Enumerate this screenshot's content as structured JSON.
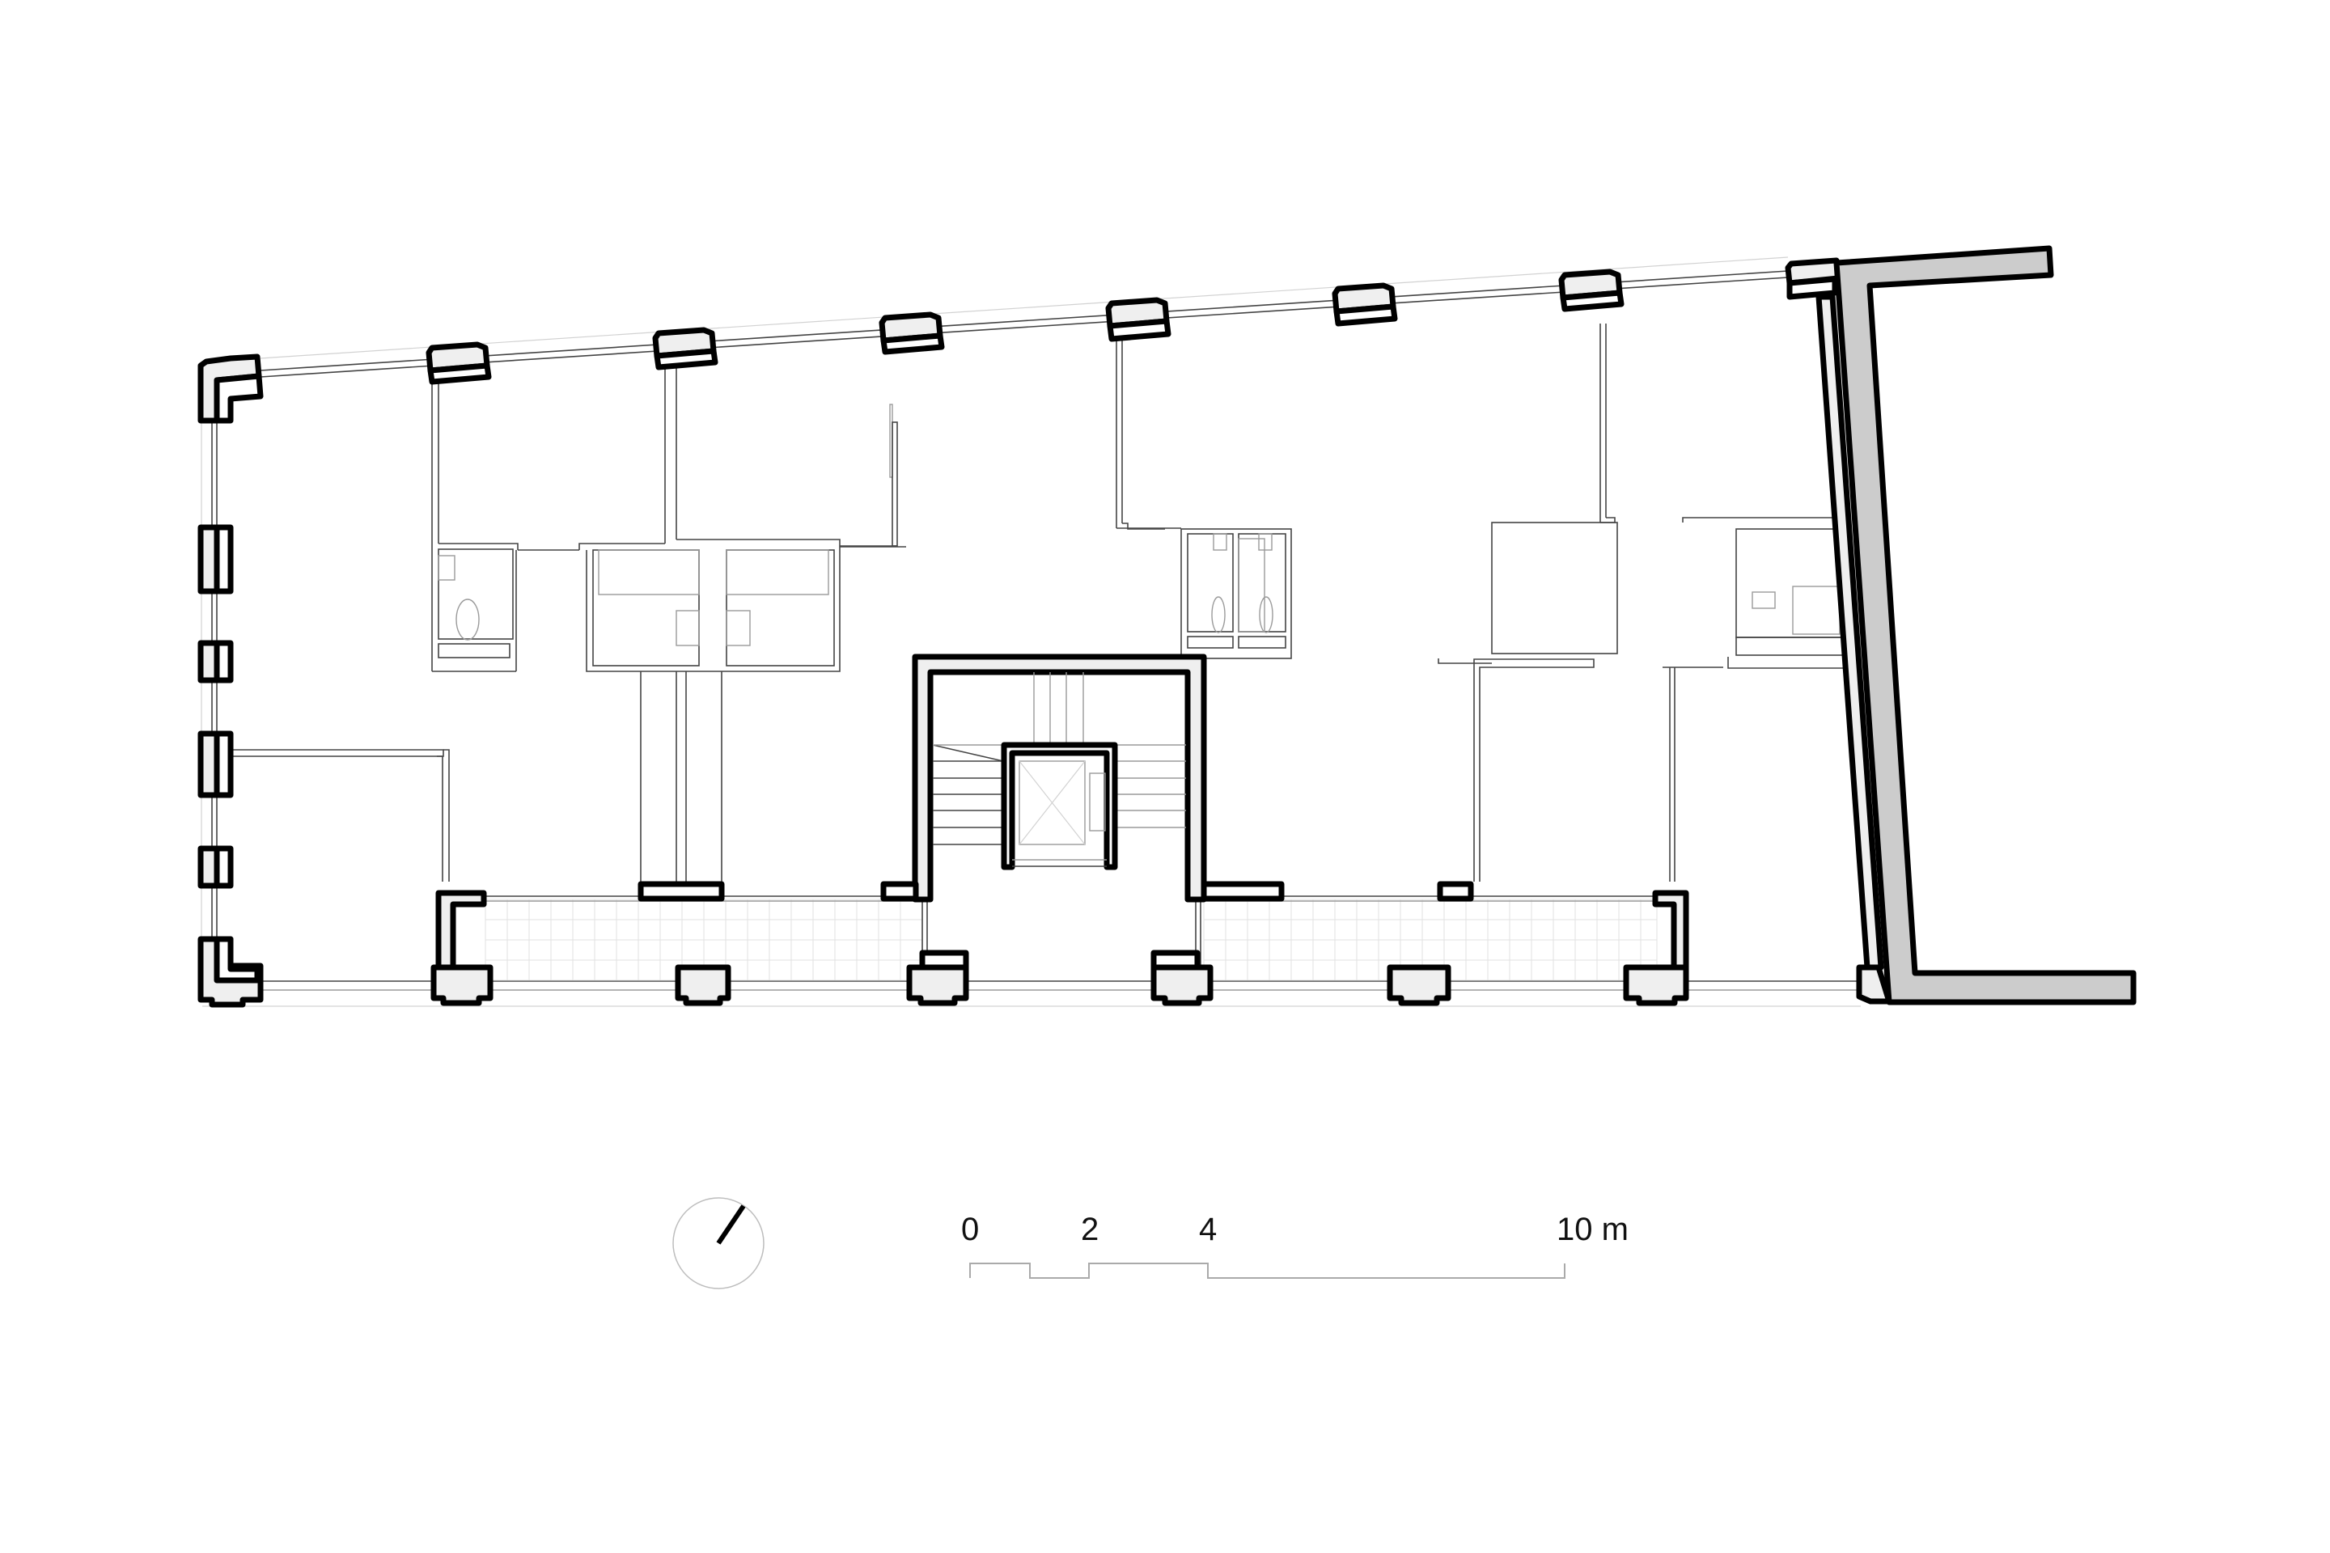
{
  "drawing": {
    "type": "architectural floor plan",
    "colors": {
      "structure_outline": "#000000",
      "structure_fill": "#efefef",
      "shear_wall_fill": "#cccccc",
      "partition_lines": "#444444",
      "background": "#ffffff"
    }
  },
  "north_arrow": {
    "icon": "north-arrow-icon"
  },
  "scale_bar": {
    "unit": "m",
    "labels": [
      "0",
      "2",
      "4",
      "10 m"
    ],
    "ticks_m": [
      0,
      1,
      2,
      4,
      10
    ]
  }
}
